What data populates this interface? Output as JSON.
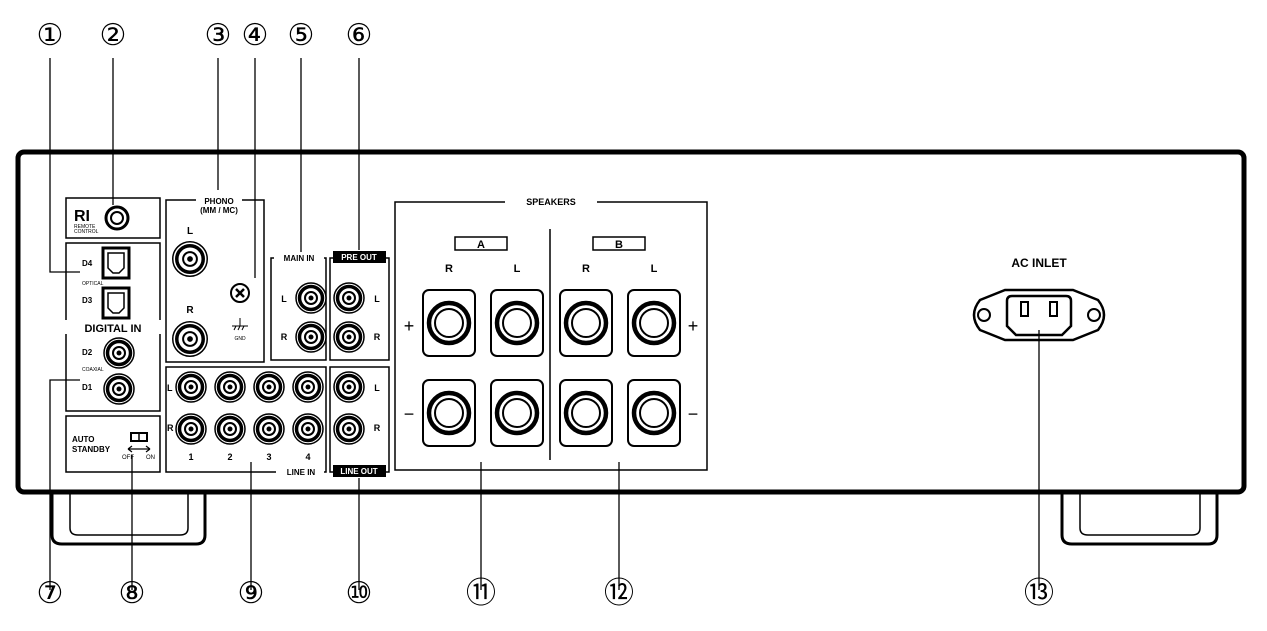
{
  "callouts": [
    "①",
    "②",
    "③",
    "④",
    "⑤",
    "⑥",
    "⑦",
    "⑧",
    "⑨",
    "⑩",
    "⑪",
    "⑫",
    "⑬"
  ],
  "remote": {
    "logo": "RI",
    "line1": "REMOTE",
    "line2": "CONTROL"
  },
  "digital": {
    "d4": "D4",
    "d3": "D3",
    "optical": "OPTICAL",
    "title": "DIGITAL IN",
    "d2": "D2",
    "coaxial": "COAXIAL",
    "d1": "D1"
  },
  "phono": {
    "title1": "PHONO",
    "title2": "(MM / MC)",
    "left": "L",
    "right": "R",
    "gnd": "GND"
  },
  "main_in": {
    "title": "MAIN IN",
    "left": "L",
    "right": "R"
  },
  "pre_out": {
    "title": "PRE OUT",
    "left": "L",
    "right": "R"
  },
  "line_in": {
    "title": "LINE IN",
    "left": "L",
    "right": "R",
    "inputs": [
      "1",
      "2",
      "3",
      "4"
    ]
  },
  "line_out": {
    "title": "LINE OUT",
    "left": "L",
    "right": "R"
  },
  "auto_standby": {
    "line1": "AUTO",
    "line2": "STANDBY",
    "off": "OFF",
    "on": "ON"
  },
  "speakers": {
    "title": "SPEAKERS",
    "group_a": "A",
    "group_b": "B",
    "right": "R",
    "left": "L",
    "plus": "+",
    "minus": "−"
  },
  "ac_inlet": {
    "title": "AC INLET"
  }
}
